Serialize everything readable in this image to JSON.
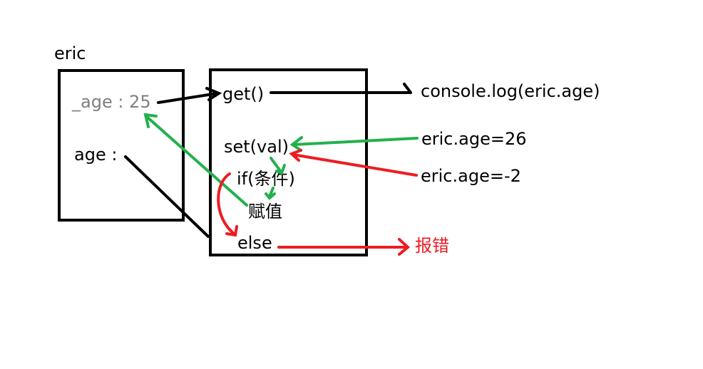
{
  "object_name": "eric",
  "object_fields": {
    "private_age": "_age : 25",
    "age": "age :"
  },
  "accessor": {
    "get": "get()",
    "set": "set(val)",
    "if": "if(条件)",
    "assign": "赋值",
    "else": "else"
  },
  "external": {
    "read": "console.log(eric.age)",
    "write_valid": "eric.age=26",
    "write_invalid": "eric.age=-2",
    "error": "报错"
  },
  "colors": {
    "black": "#000000",
    "gray": "#7f7f7f",
    "green": "#22b14c",
    "red": "#ed1c24"
  }
}
